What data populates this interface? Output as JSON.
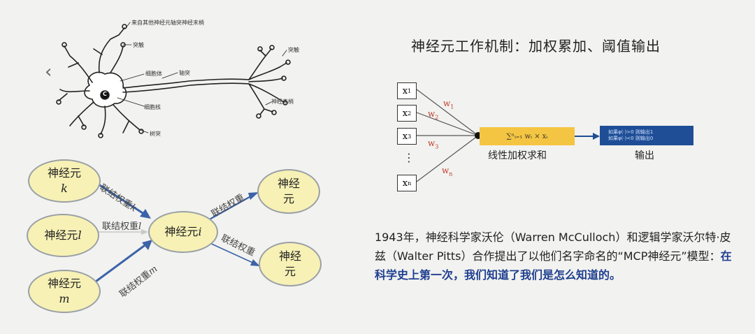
{
  "neuron_diagram": {
    "labels": {
      "from_other": "来自其他神经元轴突神经末梢",
      "synapse_top": "突触",
      "cell_body": "细胞体",
      "axon": "轴突",
      "nucleus": "细胞核",
      "synapse_right": "突触",
      "nerve_ending": "神经末梢",
      "dendrite": "树突",
      "nucleus_mark": "C"
    }
  },
  "network": {
    "nodes": {
      "k": {
        "line1": "神经元",
        "line2": "k"
      },
      "l": {
        "text": "神经元",
        "var": "l"
      },
      "m": {
        "line1": "神经元",
        "line2": "m"
      },
      "i": {
        "text": "神经元",
        "var": "i"
      },
      "out1": {
        "line1": "神经",
        "line2": "元"
      },
      "out2": {
        "line1": "神经",
        "line2": "元"
      }
    },
    "edges": {
      "k_i": {
        "text": "联结权重",
        "var": "k"
      },
      "l_i": {
        "text": "联结权重",
        "var": "l"
      },
      "m_i": {
        "text": "联结权重",
        "var": "m"
      },
      "i_o1": "联结权重",
      "i_o2": "联结权重"
    }
  },
  "mcp": {
    "title": "神经元工作机制：加权累加、阈值输出",
    "inputs": [
      {
        "base": "x",
        "sub": "1"
      },
      {
        "base": "x",
        "sub": "2"
      },
      {
        "base": "x",
        "sub": "3"
      },
      {
        "base": "x",
        "sub": "n"
      }
    ],
    "dots": "⋮",
    "weights": [
      {
        "base": "w",
        "sub": "1"
      },
      {
        "base": "w",
        "sub": "2"
      },
      {
        "base": "w",
        "sub": "3"
      },
      {
        "base": "w",
        "sub": "n"
      }
    ],
    "sum_formula": "∑ⁿᵢ₌₁ wᵢ × xᵢ",
    "sum_label": "线性加权求和",
    "output_line1": "如果φ(·)>0  则输出1",
    "output_line2": "如果φ(·)<0  则输出0",
    "output_label": "输出"
  },
  "paragraph": {
    "normal": "1943年，神经科学家沃伦（Warren McCulloch）和逻辑学家沃尔特·皮兹（Walter Pitts）合作提出了以他们名字命名的“MCP神经元”模型：",
    "highlight": "在科学史上第一次，我们知道了我们是怎么知道的。"
  },
  "nav": {
    "prev": "‹"
  }
}
